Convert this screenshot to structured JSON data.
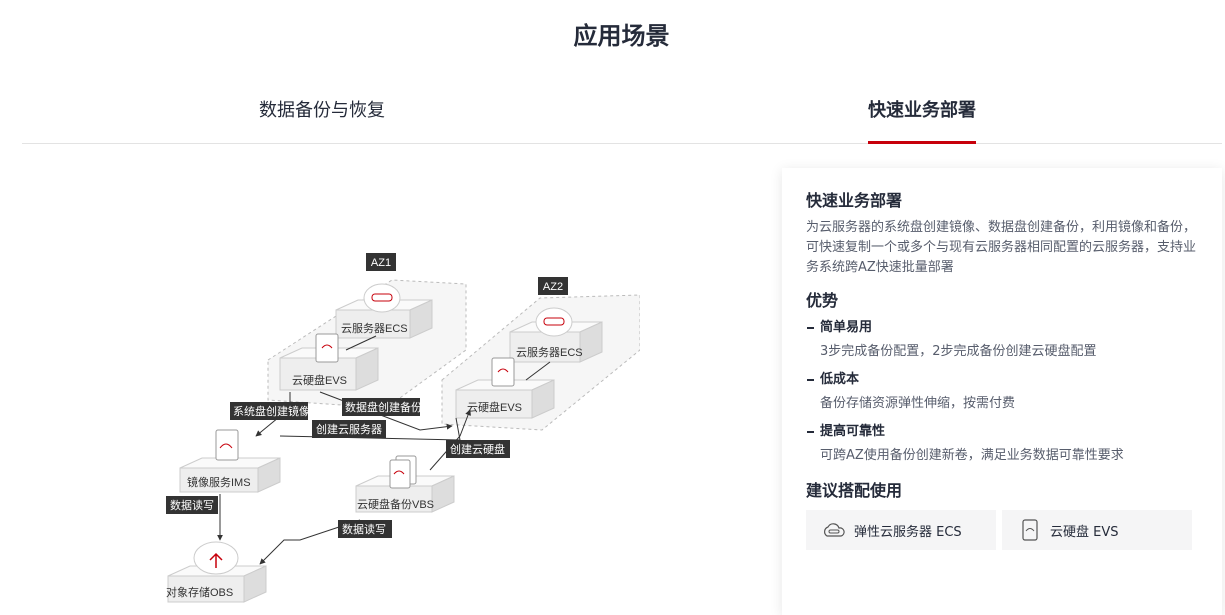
{
  "page": {
    "title": "应用场景"
  },
  "tabs": [
    {
      "label": "数据备份与恢复",
      "active": false
    },
    {
      "label": "快速业务部署",
      "active": true
    }
  ],
  "diagram": {
    "az1": "AZ1",
    "az2": "AZ2",
    "ecs1": "云服务器ECS",
    "evs1": "云硬盘EVS",
    "ecs2": "云服务器ECS",
    "evs2": "云硬盘EVS",
    "ims": "镜像服务IMS",
    "vbs": "云硬盘备份VBS",
    "obs": "对象存储OBS",
    "label_sys_image": "系统盘创建镜像",
    "label_data_backup": "数据盘创建备份",
    "label_create_server": "创建云服务器",
    "label_create_disk": "创建云硬盘",
    "label_rw1": "数据读写",
    "label_rw2": "数据读写"
  },
  "panel": {
    "title": "快速业务部署",
    "description": "为云服务器的系统盘创建镜像、数据盘创建备份，利用镜像和备份，可快速复制一个或多个与现有云服务器相同配置的云服务器，支持业务系统跨AZ快速批量部署",
    "advantages_title": "优势",
    "advantages": [
      {
        "name": "简单易用",
        "text": "3步完成备份配置，2步完成备份创建云硬盘配置"
      },
      {
        "name": "低成本",
        "text": "备份存储资源弹性伸缩，按需付费"
      },
      {
        "name": "提高可靠性",
        "text": "可跨AZ使用备份创建新卷，满足业务数据可靠性要求"
      }
    ],
    "recommend_title": "建议搭配使用",
    "recommend": [
      {
        "label": "弹性云服务器 ECS",
        "icon": "cloud-server-icon"
      },
      {
        "label": "云硬盘 EVS",
        "icon": "cloud-disk-icon"
      }
    ]
  },
  "colors": {
    "accent": "#c7000b",
    "text": "#252b3a",
    "muted": "#575d6c",
    "card": "#f5f5f6",
    "label_bg": "#333333"
  }
}
